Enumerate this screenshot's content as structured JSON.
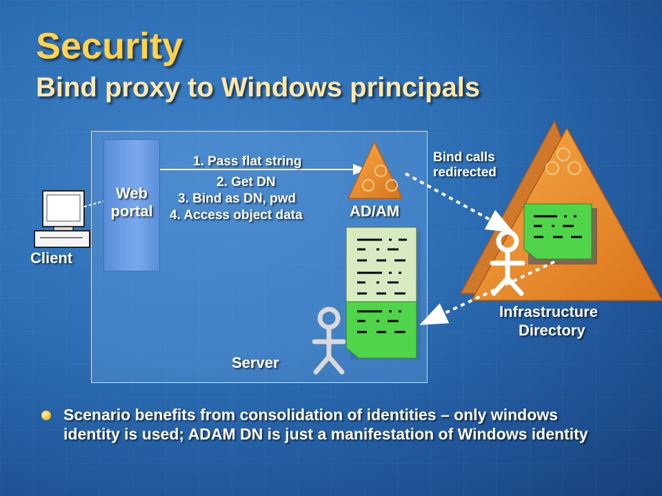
{
  "slide": {
    "title": "Security",
    "subtitle": "Bind proxy to Windows principals"
  },
  "diagram": {
    "client_label": "Client",
    "web_portal_label": "Web\nportal",
    "steps": [
      "1. Pass flat string",
      "2. Get DN",
      "3. Bind as DN, pwd",
      "4. Access object data"
    ],
    "adam_label": "AD/AM",
    "server_label": "Server",
    "bind_calls_line1": "Bind calls",
    "bind_calls_line2": "redirected",
    "infra_line1": "Infrastructure",
    "infra_line2": "Directory"
  },
  "bullets": [
    "Scenario benefits from consolidation of identities – only windows identity is used; ADAM DN is just a manifestation of Windows identity"
  ],
  "colors": {
    "title": "#ffd24a",
    "subtitle": "#ffe7a8",
    "triangle_orange": "#f0952e",
    "directory_green": "#4fd44a",
    "directory_paper": "#d8eac0"
  }
}
